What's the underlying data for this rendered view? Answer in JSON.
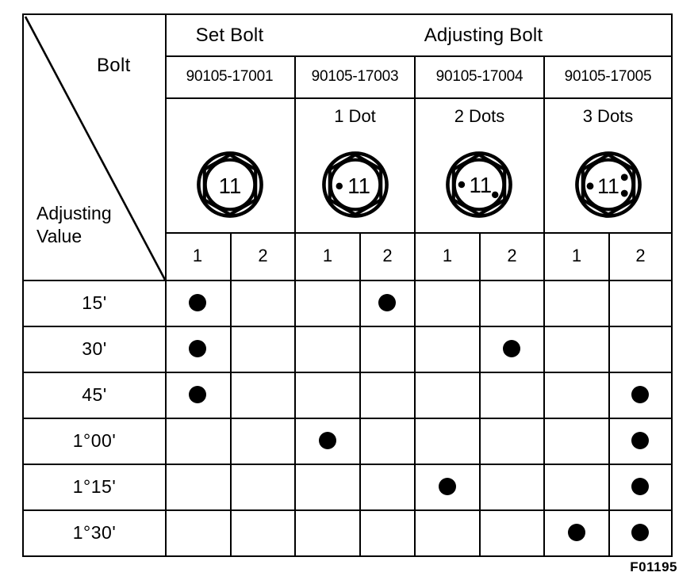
{
  "figure": {
    "code": "F01195",
    "corner_row_label": "Adjusting\nValue",
    "corner_col_label": "Bolt",
    "corner_col_label_text": "Bolt",
    "corner_row_label_line1": "Adjusting",
    "corner_row_label_line2": "Value"
  },
  "header": {
    "groups": [
      {
        "label": "Set Bolt",
        "span": 2
      },
      {
        "label": "Adjusting Bolt",
        "span": 6
      }
    ],
    "part_numbers": [
      {
        "label": "90105-17001",
        "span": 2
      },
      {
        "label": "90105-17003",
        "span": 2
      },
      {
        "label": "90105-17004",
        "span": 2
      },
      {
        "label": "90105-17005",
        "span": 2
      }
    ],
    "marks": [
      {
        "label": "",
        "dots": 0,
        "stamp": "11"
      },
      {
        "label": "1 Dot",
        "dots": 1,
        "stamp": "11"
      },
      {
        "label": "2 Dots",
        "dots": 2,
        "stamp": "11"
      },
      {
        "label": "3 Dots",
        "dots": 3,
        "stamp": "11"
      }
    ],
    "sub_columns": [
      "1",
      "2",
      "1",
      "2",
      "1",
      "2",
      "1",
      "2"
    ]
  },
  "rows": [
    {
      "value": "15'",
      "marks": [
        1,
        0,
        0,
        1,
        0,
        0,
        0,
        0
      ]
    },
    {
      "value": "30'",
      "marks": [
        1,
        0,
        0,
        0,
        0,
        1,
        0,
        0
      ]
    },
    {
      "value": "45'",
      "marks": [
        1,
        0,
        0,
        0,
        0,
        0,
        0,
        1
      ]
    },
    {
      "value": "1°00'",
      "marks": [
        0,
        0,
        1,
        0,
        0,
        0,
        0,
        1
      ]
    },
    {
      "value": "1°15'",
      "marks": [
        0,
        0,
        0,
        0,
        1,
        0,
        0,
        1
      ]
    },
    {
      "value": "1°30'",
      "marks": [
        0,
        0,
        0,
        0,
        0,
        0,
        1,
        1
      ]
    }
  ],
  "colors": {
    "ink": "#000000",
    "paper": "#ffffff"
  }
}
